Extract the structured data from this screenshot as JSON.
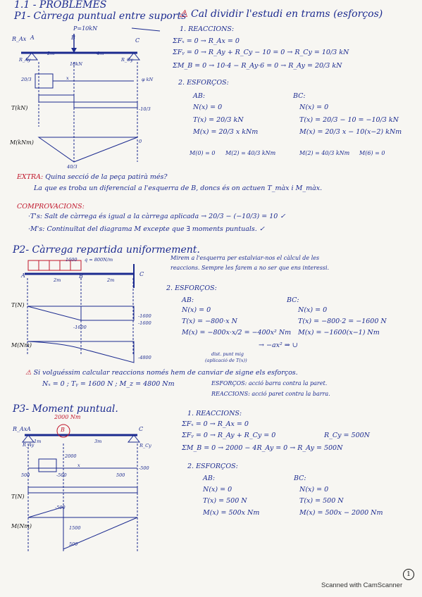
{
  "header": {
    "title": "1.1 - PROBLEMES"
  },
  "p1": {
    "title": "P1- Càrrega puntual entre suports",
    "note": "Cal dividir l'estudi en trams (esforços)",
    "reactions_title": "1. REACCIONS:",
    "reactions": [
      "ΣFₓ = 0 → R_Ax = 0",
      "ΣFᵧ = 0 → R_Ay + R_Cy − 10 = 0 → R_Cy = 10/3 kN",
      "ΣM_B = 0 → 10·4 − R_Ay·6 = 0 → R_Ay = 20/3 kN"
    ],
    "efforts_title": "2. ESFORÇOS:",
    "ab_label": "AB:",
    "ab": [
      "N(x) = 0",
      "T(x) = 20/3 kN",
      "M(x) = 20/3 x kNm"
    ],
    "ab_check": [
      "M(0) = 0",
      "M(2) = 40/3 kNm"
    ],
    "bc_label": "BC:",
    "bc": [
      "N(x) = 0",
      "T(x) = 20/3 − 10 = −10/3 kN",
      "M(x) = 20/3 x − 10(x−2) kNm"
    ],
    "bc_check": [
      "M(2) = 40/3 kNm",
      "M(6) = 0"
    ],
    "diagram": {
      "load": "P=10kN",
      "A": "A",
      "B": "B",
      "C": "C",
      "Rax": "R_Ax",
      "Ray": "R_Ay",
      "Rcy": "R_Cy",
      "d1": "2m",
      "d2": "4m",
      "force": "10kN",
      "cut": "20/3",
      "q": "φ kN",
      "x": "x",
      "T_label": "T(kN)",
      "M_label": "M(kNm)",
      "T_neg": "-10/3",
      "M_val": "40/3",
      "zero": "0"
    }
  },
  "extra": {
    "label": "EXTRA:",
    "q": "Quina secció de la peça patirà més?",
    "a": "La que es troba un diferencial a l'esquerra de B, doncs és on actuen T_màx i M_màx."
  },
  "comp": {
    "title": "COMPROVACIONS:",
    "l1": "·T's: Salt de càrrega és igual a la càrrega aplicada → 20/3 − (−10/3) = 10 ✓",
    "l2": "·M's: Continuïtat del diagrama M excepte que ∃ moments puntuals. ✓"
  },
  "p2": {
    "title": "P2- Càrrega repartida uniformement.",
    "note1": "Mirem a l'esquerra per estalviar-nos el càlcul de les",
    "note2": "reaccions. Sempre les farem a no ser que ens interessi.",
    "efforts_title": "2. ESFORÇOS:",
    "ab_label": "AB:",
    "ab": [
      "N(x) = 0",
      "T(x) = −800·x N",
      "M(x) = −800x·x/2 = −400x² Nm"
    ],
    "ab_note1": "dist. punt mig",
    "ab_note2": "(aplicació de T(x))",
    "ab_shape": "→ −ax² ⇒ ∪",
    "bc_label": "BC:",
    "bc": [
      "N(x) = 0",
      "T(x) = −800·2 = −1600 N",
      "M(x) = −1600(x−1) Nm"
    ],
    "diagram": {
      "load": "q = 800N/m",
      "val": "1600",
      "A": "A",
      "B": "B",
      "C": "C",
      "d1": "2m",
      "d2": "2m",
      "T_label": "T(N)",
      "M_label": "M(Nm)",
      "T1": "-1600",
      "T2": "-1600",
      "M1": "-1600",
      "M2": "-4800"
    },
    "note_a": "Si volguéssim calcular reaccions només hem de canviar de signe els esforços.",
    "note_b": "Nₓ = 0 ; Tᵧ = 1600 N ; M_z = 4800 Nm",
    "brace1": "ESFORÇOS: acció barra contra la paret.",
    "brace2": "REACCIONS: acció paret contra la barra."
  },
  "p3": {
    "title": "P3- Moment puntual.",
    "reactions_title": "1. REACCIONS:",
    "reactions": [
      "ΣFₓ = 0 → R_Ax = 0",
      "ΣFᵧ = 0 → R_Ay + R_Cy = 0",
      "ΣM_B = 0 → 2000 − 4R_Ay = 0 → R_Ay = 500N"
    ],
    "rcy": "R_Cy = 500N",
    "efforts_title": "2. ESFORÇOS:",
    "ab_label": "AB:",
    "ab": [
      "N(x) = 0",
      "T(x) = 500 N",
      "M(x) = 500x Nm"
    ],
    "bc_label": "BC:",
    "bc": [
      "N(x) = 0",
      "T(x) = 500 N",
      "M(x) = 500x − 2000 Nm"
    ],
    "diagram": {
      "moment": "2000 Nm",
      "A": "A",
      "B": "B",
      "C": "C",
      "Rax": "R_Ax",
      "Ray": "R_Ay",
      "Rcy": "R_Cy",
      "d1": "1m",
      "d2": "3m",
      "m": "2000",
      "v1": "500",
      "v2": "-500",
      "v3": "500",
      "v4": "-500",
      "x": "x",
      "T_label": "T(N)",
      "M_label": "M(Nm)",
      "m1": "-500",
      "m2": "1500",
      "m3": "500"
    }
  },
  "footer": {
    "scanner": "Scanned with CamScanner",
    "page": "1"
  }
}
